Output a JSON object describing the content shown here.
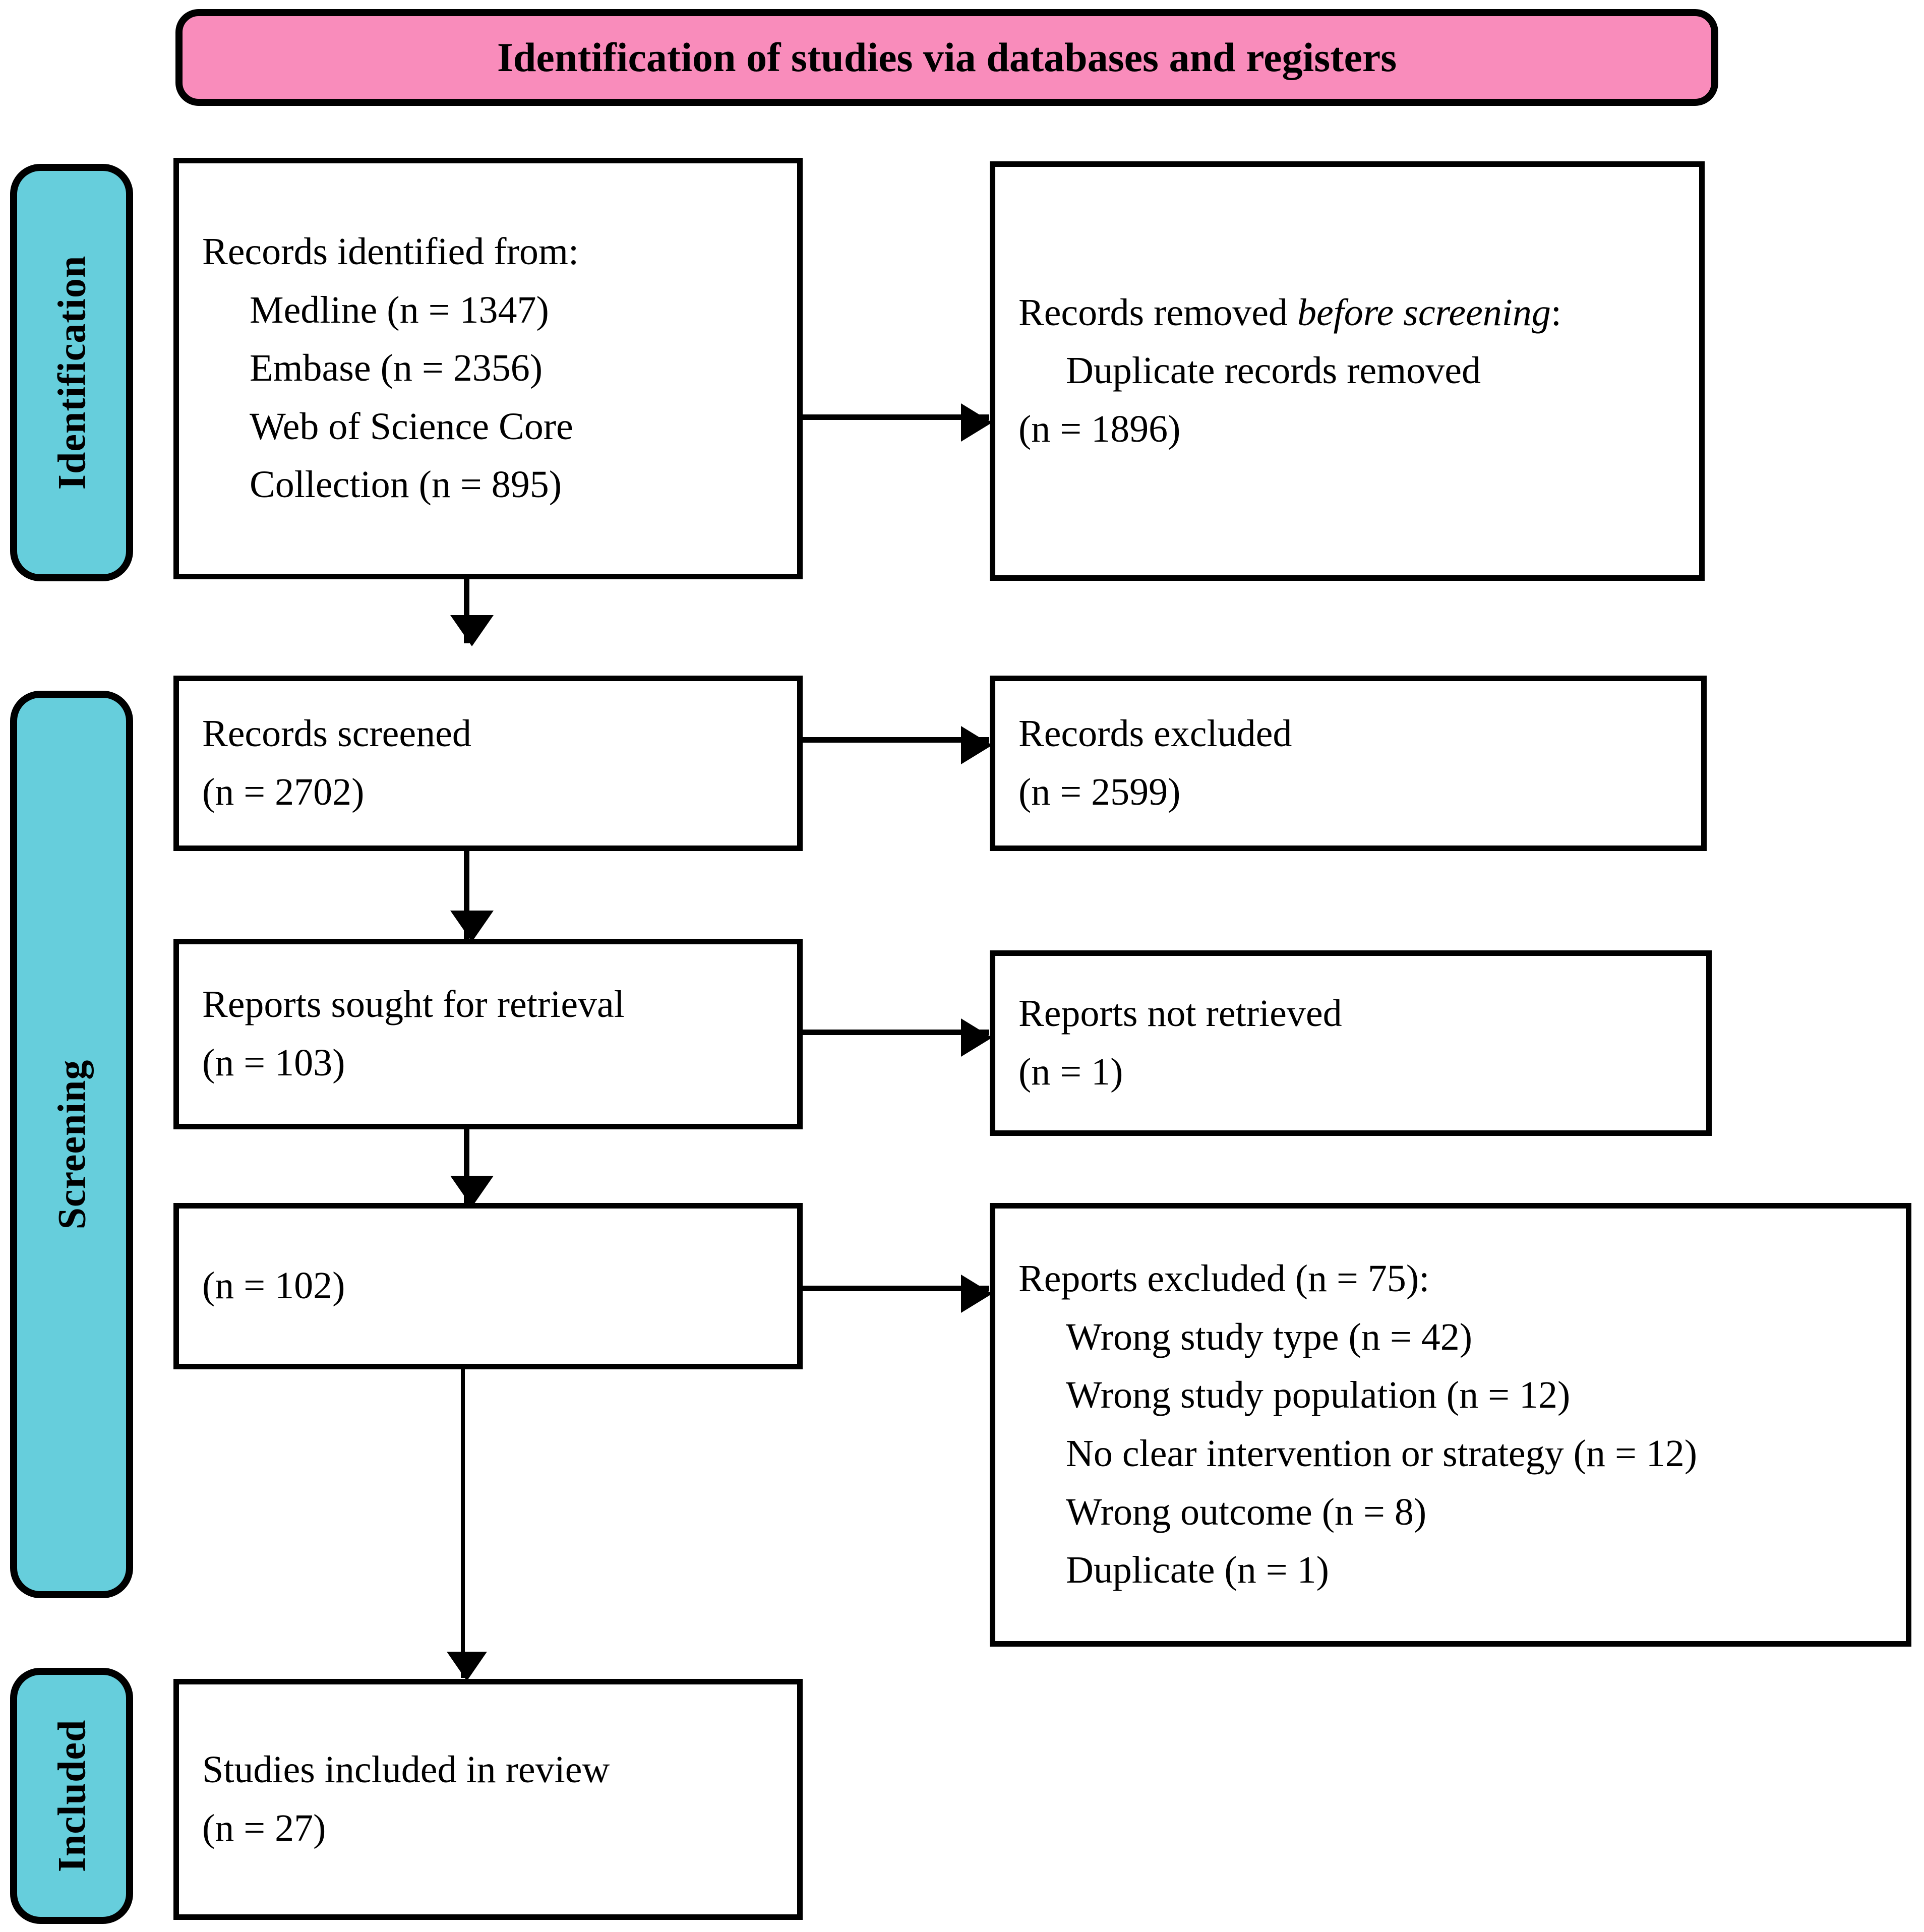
{
  "banner": {
    "title": "Identification of studies via databases and registers"
  },
  "stages": [
    {
      "id": "identification",
      "label": "Identification"
    },
    {
      "id": "screening",
      "label": "Screening"
    },
    {
      "id": "included",
      "label": "Included"
    }
  ],
  "boxes": {
    "records_identified": {
      "lines": [
        {
          "text": "Records identified from:",
          "indent": false
        },
        {
          "text": "Medline (n = 1347)",
          "indent": true
        },
        {
          "text": "Embase (n = 2356)",
          "indent": true
        },
        {
          "text": "Web of Science Core",
          "indent": true
        },
        {
          "text": "Collection (n = 895)",
          "indent": true
        }
      ]
    },
    "records_removed": {
      "lines": [
        {
          "text": "Records removed ",
          "em": "before screening",
          "suffix": ":",
          "indent": false
        },
        {
          "text": "Duplicate records removed",
          "indent": true
        },
        {
          "text": "(n = 1896)",
          "indent": false
        }
      ]
    },
    "records_screened": {
      "lines": [
        {
          "text": "Records screened",
          "indent": false
        },
        {
          "text": "(n = 2702)",
          "indent": false
        }
      ]
    },
    "records_excluded": {
      "lines": [
        {
          "text": "Records excluded",
          "indent": false
        },
        {
          "text": "(n = 2599)",
          "indent": false
        }
      ]
    },
    "reports_sought": {
      "lines": [
        {
          "text": "Reports sought for retrieval",
          "indent": false
        },
        {
          "text": "(n = 103)",
          "indent": false
        }
      ]
    },
    "reports_not_retrieved": {
      "lines": [
        {
          "text": "Reports not retrieved",
          "indent": false
        },
        {
          "text": "(n = 1)",
          "indent": false
        }
      ]
    },
    "reports_assessed": {
      "lines": [
        {
          "text": "(n = 102)",
          "indent": false
        }
      ]
    },
    "reports_excluded": {
      "lines": [
        {
          "text": "Reports excluded (n = 75):",
          "indent": false
        },
        {
          "text": "Wrong study type (n = 42)",
          "indent": true
        },
        {
          "text": "Wrong study population (n = 12)",
          "indent": true
        },
        {
          "text": "No clear intervention or strategy (n = 12)",
          "indent": true
        },
        {
          "text": "Wrong outcome (n = 8)",
          "indent": true
        },
        {
          "text": "Duplicate (n = 1)",
          "indent": true
        }
      ]
    },
    "studies_included": {
      "lines": [
        {
          "text": "Studies included in review",
          "indent": false
        },
        {
          "text": "(n = 27)",
          "indent": false
        }
      ]
    }
  },
  "colors": {
    "banner_fill": "#F98CBB",
    "stage_tab_fill": "#66CEDC",
    "box_border": "#000000",
    "box_fill": "#FFFFFF",
    "text": "#000000"
  },
  "flow_counts": {
    "medline": 1347,
    "embase": 2356,
    "web_of_science_core_collection": 895,
    "duplicate_records_removed": 1896,
    "records_screened": 2702,
    "records_excluded": 2599,
    "reports_sought_for_retrieval": 103,
    "reports_not_retrieved": 1,
    "reports_assessed_for_eligibility": 102,
    "reports_excluded_total": 75,
    "wrong_study_type": 42,
    "wrong_study_population": 12,
    "no_clear_intervention_or_strategy": 12,
    "wrong_outcome": 8,
    "duplicate": 1,
    "studies_included_in_review": 27
  }
}
